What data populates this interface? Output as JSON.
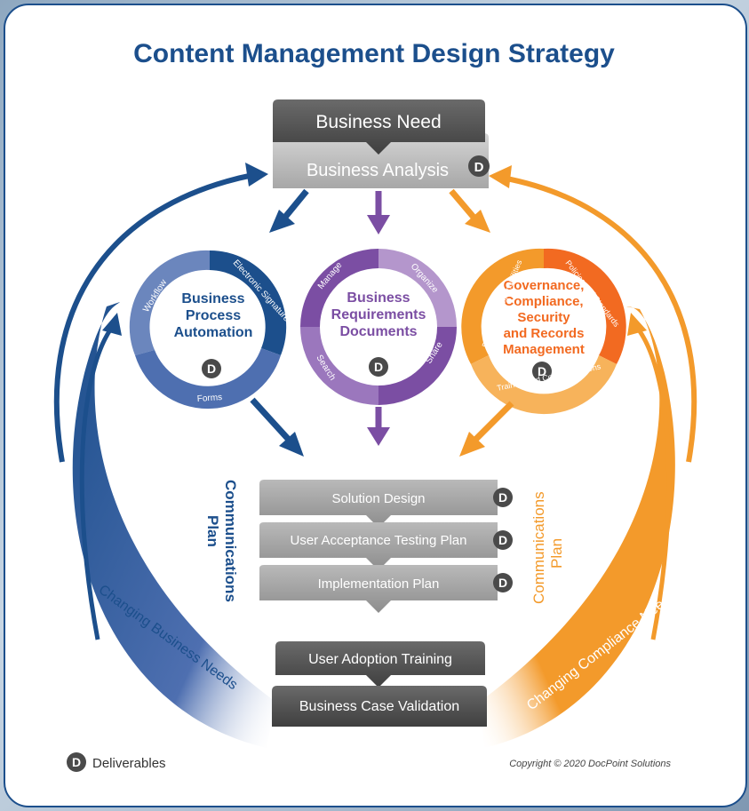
{
  "title": "Content Management Design Strategy",
  "top_box": {
    "need": "Business Need",
    "analysis": "Business Analysis"
  },
  "deliverable_badge": "D",
  "circles": [
    {
      "title_lines": [
        "Business",
        "Process",
        "Automation"
      ],
      "segments": [
        "Workflow",
        "Electronic Signatures",
        "Forms"
      ]
    },
    {
      "title_lines": [
        "Business",
        "Requirements",
        "Documents"
      ],
      "segments": [
        "Manage",
        "Organize",
        "Share",
        "Search"
      ]
    },
    {
      "title_lines": [
        "Governance,",
        "Compliance,",
        "Security",
        "and Records",
        "Management"
      ],
      "segments": [
        "Roles and Responsibilities",
        "Policies and Standards",
        "Training and Communications"
      ]
    }
  ],
  "plans": [
    "Solution Design",
    "User Acceptance Testing Plan",
    "Implementation Plan"
  ],
  "communications_label": [
    "Communications",
    "Plan"
  ],
  "final_steps": [
    "User Adoption Training",
    "Business Case Validation"
  ],
  "curve_labels": {
    "left": "Changing Business Needs",
    "right": "Changing Compliance Needs"
  },
  "legend": {
    "badge": "D",
    "label": "Deliverables"
  },
  "copyright": "Copyright © 2020 DocPoint Solutions",
  "colors": {
    "blue": "#1c4f8c",
    "blue_light": "#6b86bd",
    "purple": "#7b4ea3",
    "purple_light": "#b496cc",
    "orange": "#f39a2b",
    "orange_dark": "#f26a21",
    "gray_dark": "#4a4a4a",
    "gray": "#9c9c9c"
  }
}
